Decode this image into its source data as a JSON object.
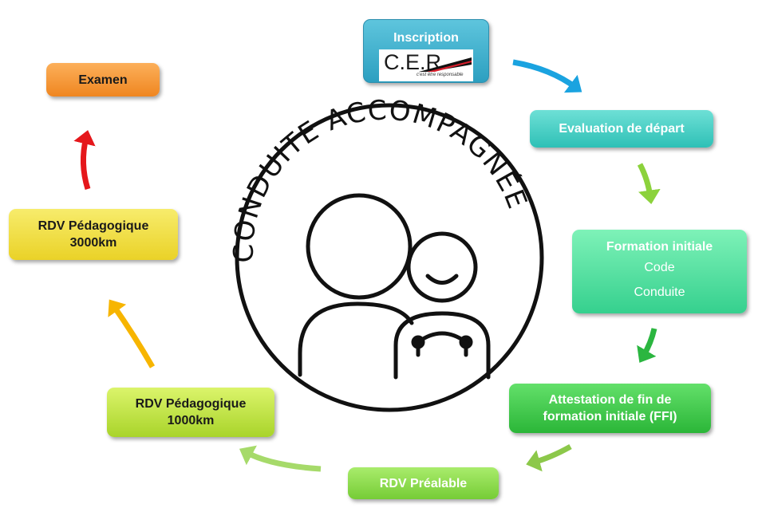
{
  "center": {
    "title": "CONDUITE ACCOMPAGNÉE"
  },
  "steps": {
    "inscription": {
      "label": "Inscription",
      "logo_text": "C.E.R",
      "logo_tagline": "c'est être responsable"
    },
    "evaluation": {
      "label": "Evaluation de départ"
    },
    "formation": {
      "label": "Formation initiale",
      "items": [
        "Code",
        "Conduite"
      ]
    },
    "ffi": {
      "line1": "Attestation de fin de",
      "line2": "formation initiale (FFI)"
    },
    "prealable": {
      "label": "RDV Préalable"
    },
    "rdv1000": {
      "line1": "RDV Pédagogique",
      "line2": "1000km"
    },
    "rdv3000": {
      "line1": "RDV Pédagogique",
      "line2": "3000km"
    },
    "examen": {
      "label": "Examen"
    }
  },
  "colors": {
    "inscription": "#2c9fc0",
    "evaluation": "#2ec0b6",
    "formation": "#35d08e",
    "ffi": "#2bb638",
    "prealable": "#76cc36",
    "rdv1000": "#a9d42a",
    "rdv3000": "#ead227",
    "examen": "#ef8620"
  },
  "arrows": [
    {
      "from": "inscription",
      "to": "evaluation",
      "color": "#1aa3e0"
    },
    {
      "from": "evaluation",
      "to": "formation",
      "color": "#8cd23c"
    },
    {
      "from": "formation",
      "to": "ffi",
      "color": "#2bb640"
    },
    {
      "from": "ffi",
      "to": "prealable",
      "color": "#8cc84a"
    },
    {
      "from": "prealable",
      "to": "rdv1000",
      "color": "#a6da6a"
    },
    {
      "from": "rdv1000",
      "to": "rdv3000",
      "color": "#f7b500"
    },
    {
      "from": "rdv3000",
      "to": "examen",
      "color": "#e5171b"
    }
  ]
}
